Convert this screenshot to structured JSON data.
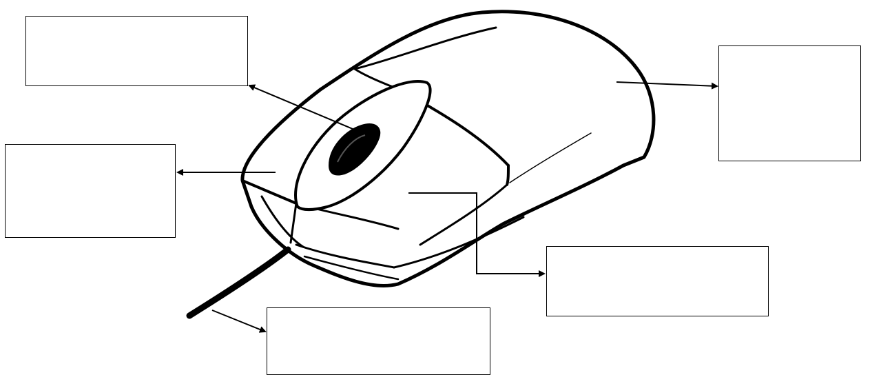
{
  "diagram": {
    "subject_icon": "computer-mouse",
    "line_color": "#000000",
    "background_color": "#ffffff",
    "label_boxes": [
      {
        "id": "scroll-wheel",
        "text": ""
      },
      {
        "id": "left-button",
        "text": ""
      },
      {
        "id": "body",
        "text": ""
      },
      {
        "id": "right-button",
        "text": ""
      },
      {
        "id": "cable",
        "text": ""
      }
    ]
  }
}
